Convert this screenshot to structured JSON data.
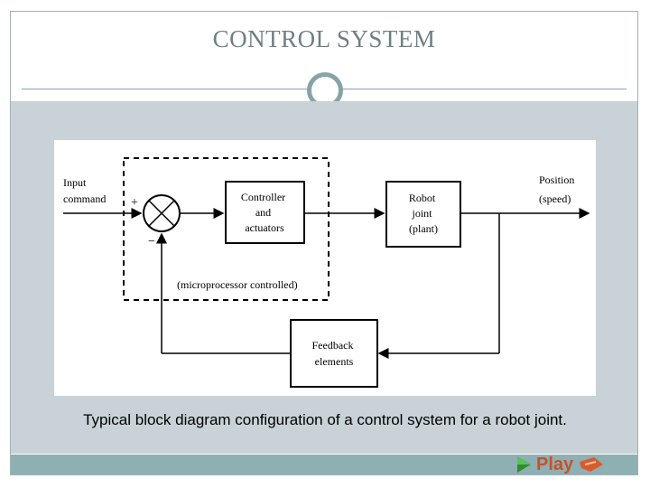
{
  "slide": {
    "title": "CONTROL SYSTEM",
    "caption": "Typical block diagram configuration of a control system for a robot joint."
  },
  "diagram": {
    "input_label_line1": "Input",
    "input_label_line2": "command",
    "plus_sign": "+",
    "minus_sign": "−",
    "controller_line1": "Controller",
    "controller_line2": "and",
    "controller_line3": "actuators",
    "plant_line1": "Robot",
    "plant_line2": "joint",
    "plant_line3": "(plant)",
    "output_label_line1": "Position",
    "output_label_line2": "(speed)",
    "microprocessor_label": "(microprocessor controlled)",
    "feedback_line1": "Feedback",
    "feedback_line2": "elements"
  },
  "footer": {
    "play_label": "Play",
    "play_icon": "green-triangle-icon",
    "next_icon": "orange-arrow-icon",
    "accent_color": "#c5522b"
  }
}
